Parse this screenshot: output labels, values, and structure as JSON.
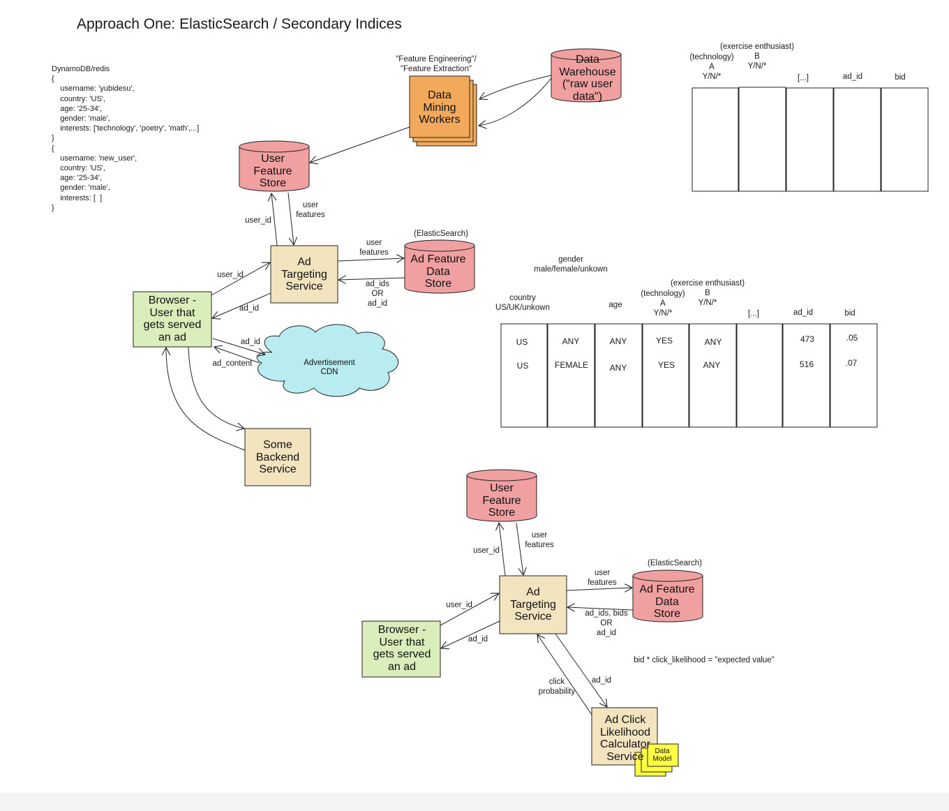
{
  "title": "Approach One: ElasticSearch / Secondary Indices",
  "json_example": "DynamoDB/redis\n{\n    username: 'yubidesu',\n    country: 'US',\n    age: '25-34',\n    gender: 'male',\n    interests: ['technology', 'poetry', 'math',...]\n}\n{\n    username: 'new_user',\n    country: 'US',\n    age: '25-34',\n    gender: 'male',\n    interests: [  ]\n}",
  "colors": {
    "store_red": "#f0a0a0",
    "service_tan": "#f3e4c0",
    "browser_green": "#d9eebb",
    "workers_orange": "#f2a95c",
    "cdn_cyan": "#b8ecf0",
    "model_yellow": "#ffff44"
  },
  "top": {
    "feature_caption": "\"Feature Engineering\"/\n\"Feature Extraction\"",
    "workers": "Data\nMining\nWorkers",
    "warehouse": "Data\nWarehouse\n(\"raw user\ndata\")",
    "user_store": "User\nFeature\nStore",
    "ad_service": "Ad\nTargeting\nService",
    "es_caption": "(ElasticSearch)",
    "ad_store": "Ad Feature\nData\nStore",
    "browser": "Browser -\nUser that\ngets served\nan ad",
    "cdn": "Advertisement\nCDN",
    "backend": "Some\nBackend\nService",
    "l_user_id_1": "user_id",
    "l_user_features_1": "user\nfeatures",
    "l_user_features_2": "user\nfeatures",
    "l_ad_ids_or": "ad_ids\nOR\nad_id",
    "l_user_id_2": "user_id",
    "l_ad_id_1": "ad_id",
    "l_ad_id_2": "ad_id",
    "l_ad_content": "ad_content"
  },
  "bottom": {
    "user_store": "User\nFeature\nStore",
    "ad_service": "Ad\nTargeting\nService",
    "es_caption": "(ElasticSearch)",
    "ad_store": "Ad Feature\nData\nStore",
    "browser": "Browser -\nUser that\ngets served\nan ad",
    "calculator": "Ad Click\nLikelihood\nCalculator\nService",
    "data_model": "Data\nModel",
    "l_user_id_1": "user_id",
    "l_user_features_1": "user\nfeatures",
    "l_user_features_2": "user\nfeatures",
    "l_ad_ids_bids": "ad_ids, bids\nOR\nad_id",
    "l_user_id_2": "user_id",
    "l_ad_id_1": "ad_id",
    "l_click_prob": "click\nprobability",
    "l_ad_id_2": "ad_id",
    "formula": "bid * click_likelihood = \"expected value\""
  },
  "table1": {
    "headers": [
      "(technology)\nA\nY/N/*",
      "(exercise enthusiast)\nB\nY/N/*",
      "[...]",
      "ad_id",
      "bid"
    ]
  },
  "table2": {
    "headers": [
      "country\nUS/UK/unkown",
      "gender\nmale/female/unkown",
      "age",
      "(technology)\nA\nY/N/*",
      "(exercise enthusiast)\nB\nY/N/*",
      "[...]",
      "ad_id",
      "bid"
    ],
    "rows": [
      [
        "US",
        "ANY",
        "ANY",
        "YES",
        "ANY",
        "",
        "473",
        ".05"
      ],
      [
        "US",
        "FEMALE",
        "ANY",
        "YES",
        "ANY",
        "",
        "516",
        ".07"
      ]
    ]
  }
}
